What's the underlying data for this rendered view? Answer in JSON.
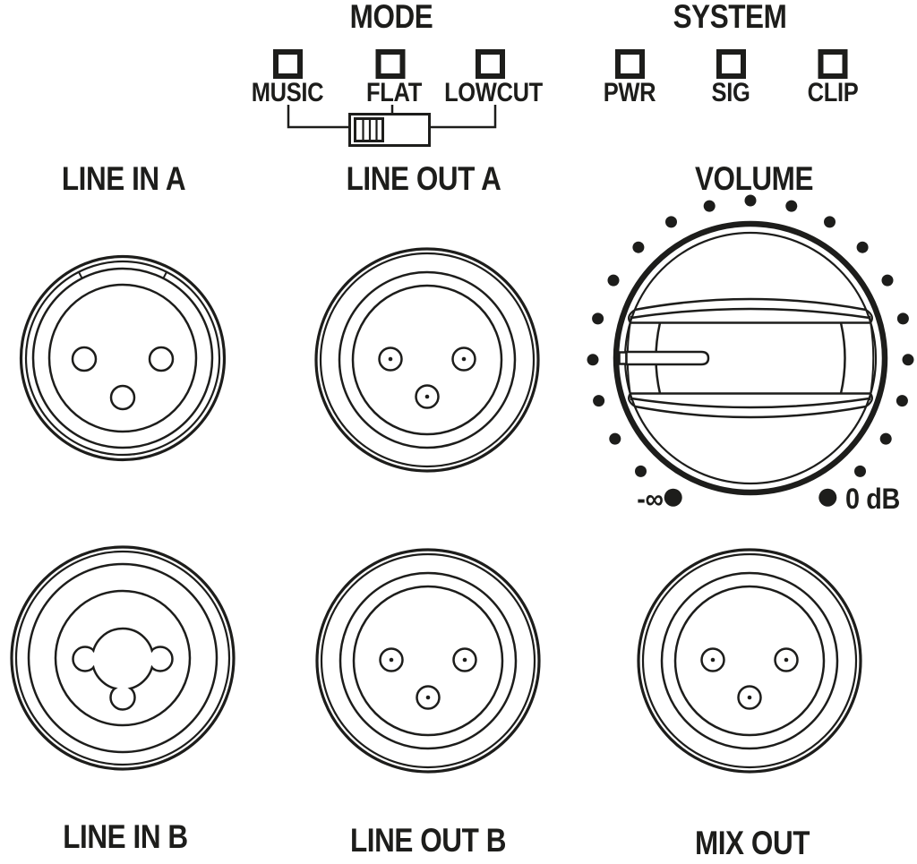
{
  "colors": {
    "ink": "#1d1d1b",
    "background": "#ffffff"
  },
  "mode": {
    "title": "MODE",
    "options": [
      {
        "label": "MUSIC"
      },
      {
        "label": "FLAT"
      },
      {
        "label": "LOWCUT"
      }
    ]
  },
  "system": {
    "title": "SYSTEM",
    "leds": [
      {
        "label": "PWR"
      },
      {
        "label": "SIG"
      },
      {
        "label": "CLIP"
      }
    ]
  },
  "connectors": {
    "line_in_a": "LINE IN A",
    "line_out_a": "LINE OUT A",
    "line_in_b": "LINE IN B",
    "line_out_b": "LINE OUT B",
    "mix_out": "MIX OUT"
  },
  "volume": {
    "title": "VOLUME",
    "min_label": "-∞",
    "max_label": "0 dB",
    "tick_count": 21,
    "start_angle_deg": -151,
    "step_deg": 15.1
  }
}
